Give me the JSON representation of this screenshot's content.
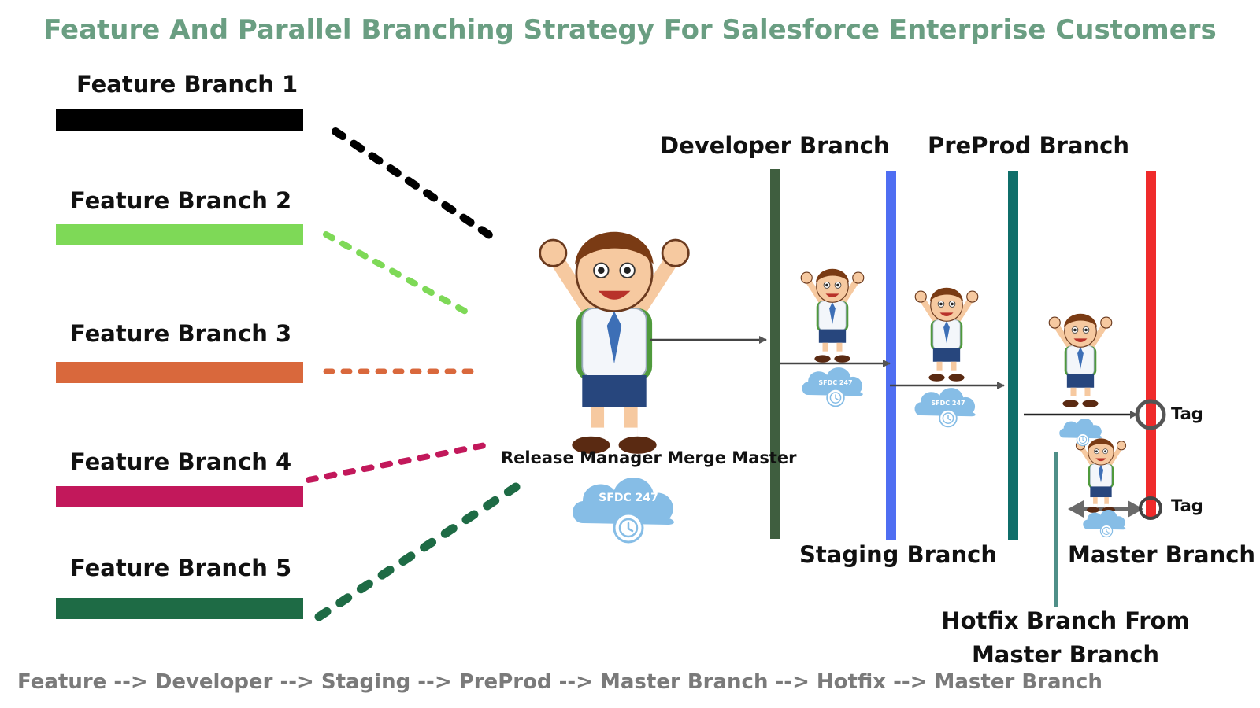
{
  "title": "Feature And Parallel Branching Strategy For Salesforce Enterprise Customers",
  "feature_branches": [
    {
      "label": "Feature Branch 1",
      "color": "#000000"
    },
    {
      "label": "Feature Branch 2",
      "color": "#7ed957"
    },
    {
      "label": "Feature Branch 3",
      "color": "#d9683c"
    },
    {
      "label": "Feature Branch 4",
      "color": "#c2185b"
    },
    {
      "label": "Feature Branch 5",
      "color": "#1e6b45"
    }
  ],
  "release_manager_label": "Release Manager Merge Master",
  "cloud_label": "SFDC 247",
  "branches": {
    "developer": {
      "label": "Developer Branch",
      "color": "#3f5e3f"
    },
    "staging": {
      "label": "Staging Branch",
      "color": "#4f6ef2"
    },
    "preprod": {
      "label": "PreProd Branch",
      "color": "#0f6e6a"
    },
    "master": {
      "label": "Master Branch",
      "color": "#ef2b2b"
    },
    "hotfix": {
      "label_line1": "Hotfix Branch From",
      "label_line2": "Master Branch",
      "color": "#4f8f88"
    }
  },
  "tags": [
    "Tag",
    "Tag"
  ],
  "flow_text": "Feature --> Developer --> Staging --> PreProd --> Master Branch --> Hotfix --> Master Branch"
}
